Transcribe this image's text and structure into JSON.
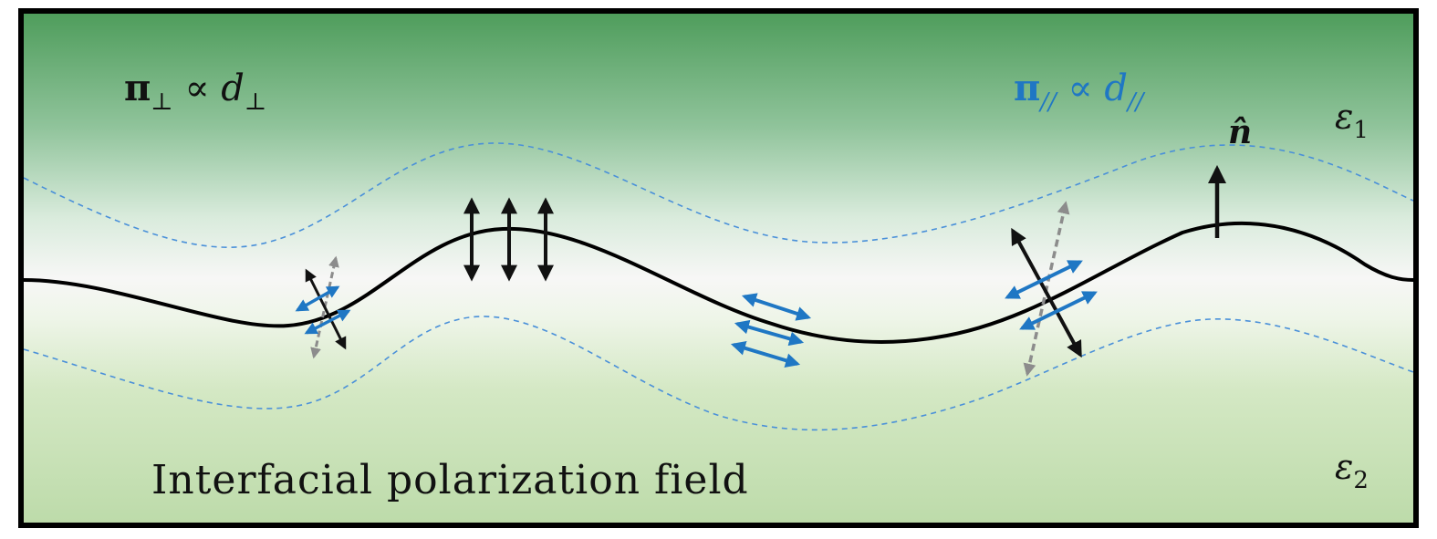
{
  "labels": {
    "pi_perp": {
      "sym": "π",
      "sub": "⊥",
      "prop": " ∝ ",
      "d": "d",
      "dsub": "⊥"
    },
    "pi_par": {
      "sym": "π",
      "sub": "//",
      "prop": " ∝ ",
      "d": "d",
      "dsub": "//"
    },
    "eps1": {
      "sym": "ε",
      "sub": "1"
    },
    "eps2": {
      "sym": "ε",
      "sub": "2"
    },
    "normal": "n̂",
    "caption": "Interfacial polarization field"
  },
  "colors": {
    "interface_line": "#000000",
    "dashed_offset": "#4a90d9",
    "parallel_dipole": "#1f77c4",
    "perpendicular_dipole": "#111111",
    "ghost_dipole": "#8c8c8c",
    "medium_top": "#4f9d5c",
    "medium_bottom": "#bddbaa"
  }
}
